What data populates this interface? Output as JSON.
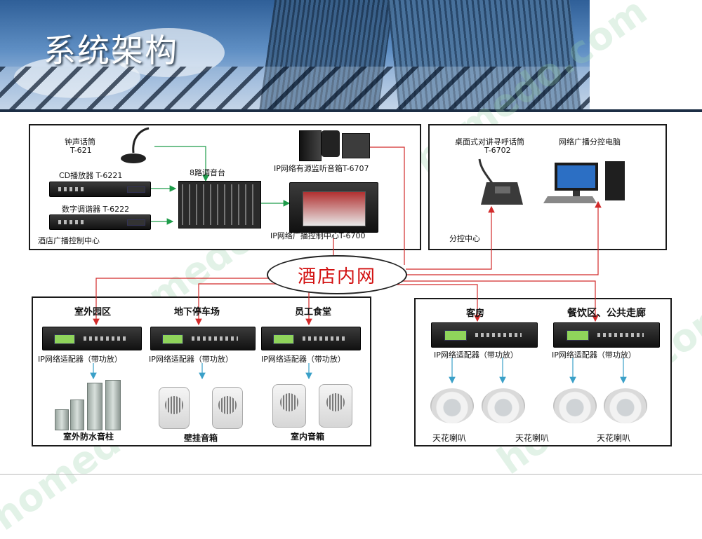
{
  "slide": {
    "title": "系统架构"
  },
  "network": {
    "label": "酒店内网"
  },
  "control_center": {
    "label": "酒店广播控制中心",
    "devices": {
      "mic": {
        "name": "钟声话筒",
        "model": "T-621"
      },
      "cd_player": "CD播放器 T-6221",
      "tuner": "数字调谐器 T-6222",
      "mixer": "8路调音台",
      "monitor_speaker": "IP网络有源监听音箱T-6707",
      "broadcast_center": "IP网络广播控制中心T-6700"
    }
  },
  "sub_control": {
    "label": "分控中心",
    "intercom": {
      "name": "桌面式对讲寻呼话筒",
      "model": "T-6702"
    },
    "pc": "网络广播分控电脑"
  },
  "zones_left": {
    "zones": [
      "室外园区",
      "地下停车场",
      "员工食堂"
    ],
    "adapter_label": "IP网络适配器（带功放）",
    "speakers": [
      "室外防水音柱",
      "壁挂音箱",
      "室内音箱"
    ]
  },
  "zones_right": {
    "zones": [
      "客房",
      "餐饮区、公共走廊"
    ],
    "adapter_label": "IP网络适配器（带功放）",
    "speakers": [
      "天花喇叭",
      "天花喇叭",
      "天花喇叭"
    ]
  },
  "colors": {
    "green_line": "#1e9c4a",
    "red_line": "#d22a2a",
    "cyan_arrow": "#3aa0c8"
  },
  "icons": [
    "microphone-icon",
    "rack-device-icon",
    "mixer-icon",
    "speaker-icon",
    "computer-icon",
    "ceiling-speaker-icon",
    "wall-speaker-icon",
    "column-speaker-icon"
  ]
}
